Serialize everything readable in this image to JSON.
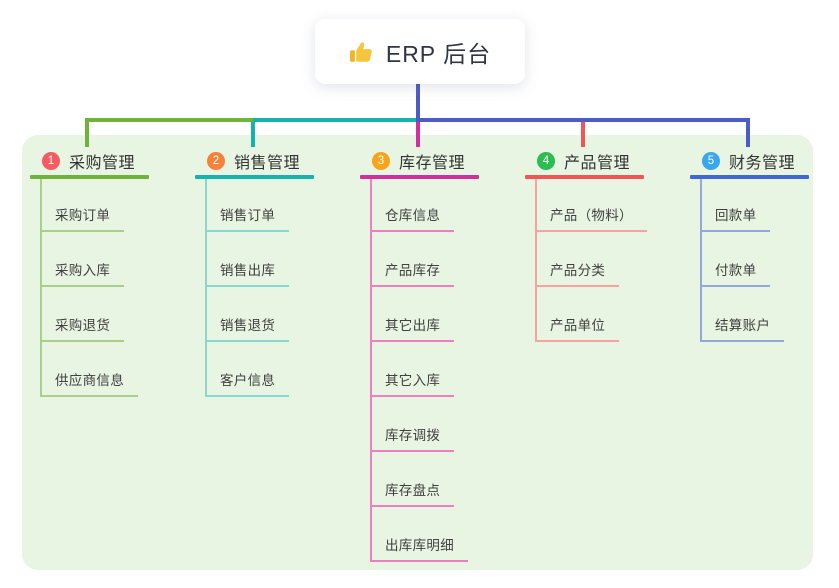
{
  "root": {
    "title": "ERP 后台",
    "icon": "thumbs-up-icon"
  },
  "colors": {
    "canvas_bg": "#ffffff",
    "panel_bg": "#e8f5e2",
    "root_connector": "#4c5cc6",
    "root_text": "#2f3542",
    "title_text": "#333333",
    "item_text": "#404040",
    "thumbs_up": "#f2b321"
  },
  "branches": [
    {
      "index": "1",
      "title": "采购管理",
      "badge_color": "#f65b62",
      "line_color": "#6fb33a",
      "sub_line_color": "#a9cf8b",
      "items": [
        "采购订单",
        "采购入库",
        "采购退货",
        "供应商信息"
      ]
    },
    {
      "index": "2",
      "title": "销售管理",
      "badge_color": "#f6813c",
      "line_color": "#14b3ae",
      "sub_line_color": "#8ad6d0",
      "items": [
        "销售订单",
        "销售出库",
        "销售退货",
        "客户信息"
      ]
    },
    {
      "index": "3",
      "title": "库存管理",
      "badge_color": "#f8a41b",
      "line_color": "#d02f9d",
      "sub_line_color": "#ef7fc0",
      "items": [
        "仓库信息",
        "产品库存",
        "其它出库",
        "其它入库",
        "库存调拨",
        "库存盘点",
        "出库库明细"
      ]
    },
    {
      "index": "4",
      "title": "产品管理",
      "badge_color": "#2cbd52",
      "line_color": "#f25555",
      "sub_line_color": "#f7a2a2",
      "items": [
        "产品（物料）",
        "产品分类",
        "产品单位"
      ]
    },
    {
      "index": "5",
      "title": "财务管理",
      "badge_color": "#38a7f0",
      "line_color": "#3f68d6",
      "sub_line_color": "#92a9de",
      "items": [
        "回款单",
        "付款单",
        "结算账户"
      ]
    }
  ]
}
